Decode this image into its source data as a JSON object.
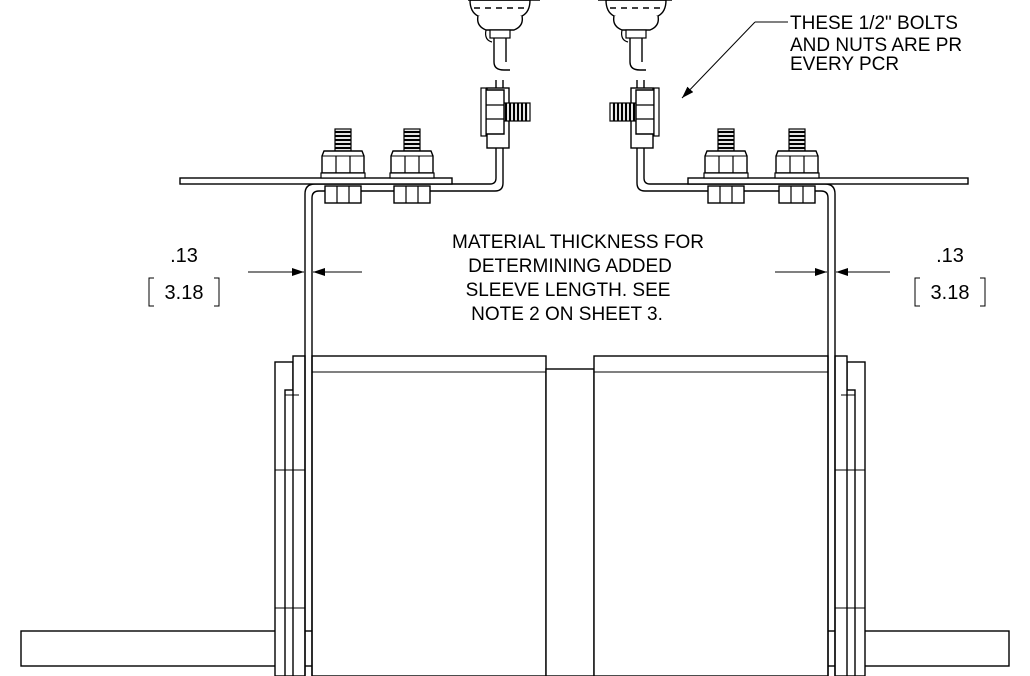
{
  "callout": {
    "line1": "THESE 1/2\" BOLTS",
    "line2": "AND NUTS ARE PR",
    "line3": "EVERY PCR"
  },
  "center_note": {
    "line1": "MATERIAL THICKNESS FOR",
    "line2": "DETERMINING ADDED",
    "line3": "SLEEVE LENGTH.  SEE",
    "line4": "NOTE 2 ON SHEET 3."
  },
  "dimension_left": {
    "imperial": ".13",
    "metric": "3.18"
  },
  "dimension_right": {
    "imperial": ".13",
    "metric": "3.18"
  }
}
